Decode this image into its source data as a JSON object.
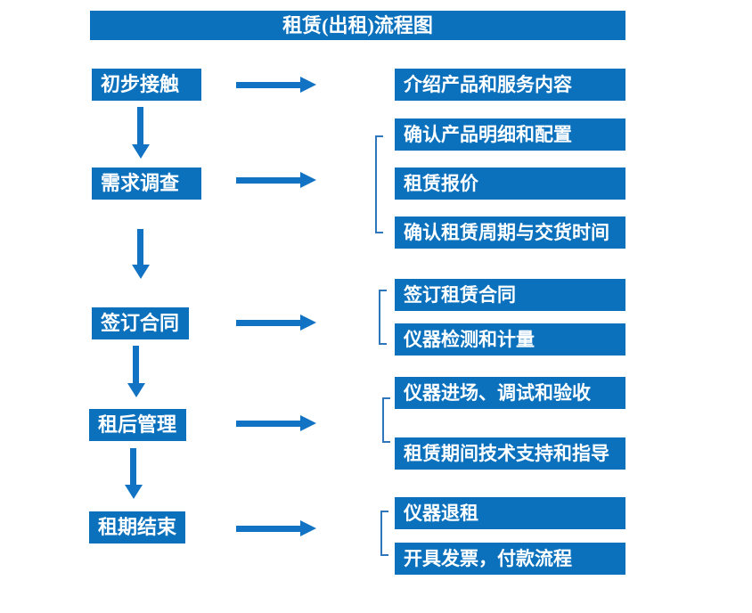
{
  "title": "租赁(出租)流程图",
  "colors": {
    "box_blue": "#0b71bd",
    "arrow_blue": "#1273c4",
    "bracket_blue": "#2e77bd",
    "text_white": "#ffffff",
    "background": "#ffffff"
  },
  "stages": [
    {
      "label": "初步接触",
      "details": [
        "介绍产品和服务内容"
      ]
    },
    {
      "label": "需求调查",
      "details": [
        "确认产品明细和配置",
        "租赁报价",
        "确认租赁周期与交货时间"
      ]
    },
    {
      "label": "签订合同",
      "details": [
        "签订租赁合同",
        "仪器检测和计量"
      ]
    },
    {
      "label": "租后管理",
      "details": [
        "仪器进场、调试和验收",
        "租赁期间技术支持和指导"
      ]
    },
    {
      "label": "租期结束",
      "details": [
        "仪器退租",
        "开具发票，付款流程"
      ]
    }
  ]
}
